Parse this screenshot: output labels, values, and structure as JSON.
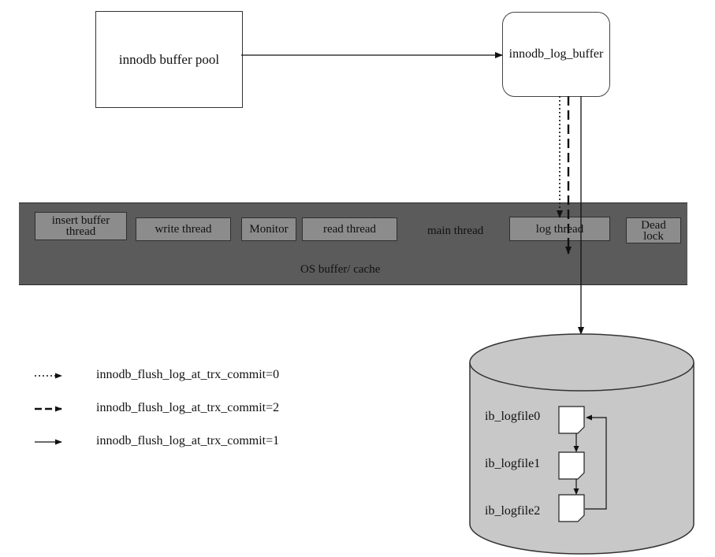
{
  "boxes": {
    "buffer_pool": "innodb buffer pool",
    "log_buffer": "innodb_log_buffer"
  },
  "os_band": {
    "threads": {
      "insert_buffer": "insert buffer thread",
      "write": "write thread",
      "monitor": "Monitor",
      "read": "read thread",
      "main": "main thread",
      "log": "log thread",
      "deadlock": "Dead lock"
    },
    "cache_label": "OS buffer/ cache"
  },
  "disk": {
    "files": [
      "ib_logfile0",
      "ib_logfile1",
      "ib_logfile2"
    ]
  },
  "legend": [
    {
      "style": "dotted",
      "label": "innodb_flush_log_at_trx_commit=0"
    },
    {
      "style": "dashed",
      "label": "innodb_flush_log_at_trx_commit=2"
    },
    {
      "style": "solid",
      "label": "innodb_flush_log_at_trx_commit=1"
    }
  ],
  "colors": {
    "band": "#5b5b5b",
    "thread_box": "#8c8c8c",
    "disk": "#c8c8c8"
  }
}
